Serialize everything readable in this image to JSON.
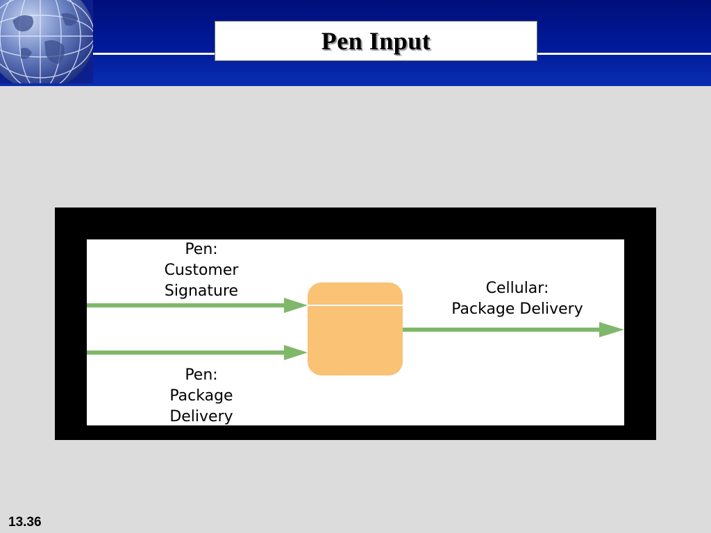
{
  "slide": {
    "title": "Pen Input",
    "number": "13.36"
  },
  "diagram": {
    "input_top": {
      "line1": "Pen:",
      "line2": "Customer",
      "line3": "Signature"
    },
    "input_bottom": {
      "line1": "Pen:",
      "line2": "Package",
      "line3": "Delivery"
    },
    "output": {
      "line1": "Cellular:",
      "line2": "Package Delivery"
    },
    "colors": {
      "arrow": "#7fb86a",
      "process": "#f9c275",
      "frame": "#000000",
      "header": "#0018a0"
    },
    "icons": [
      "globe-icon"
    ]
  }
}
